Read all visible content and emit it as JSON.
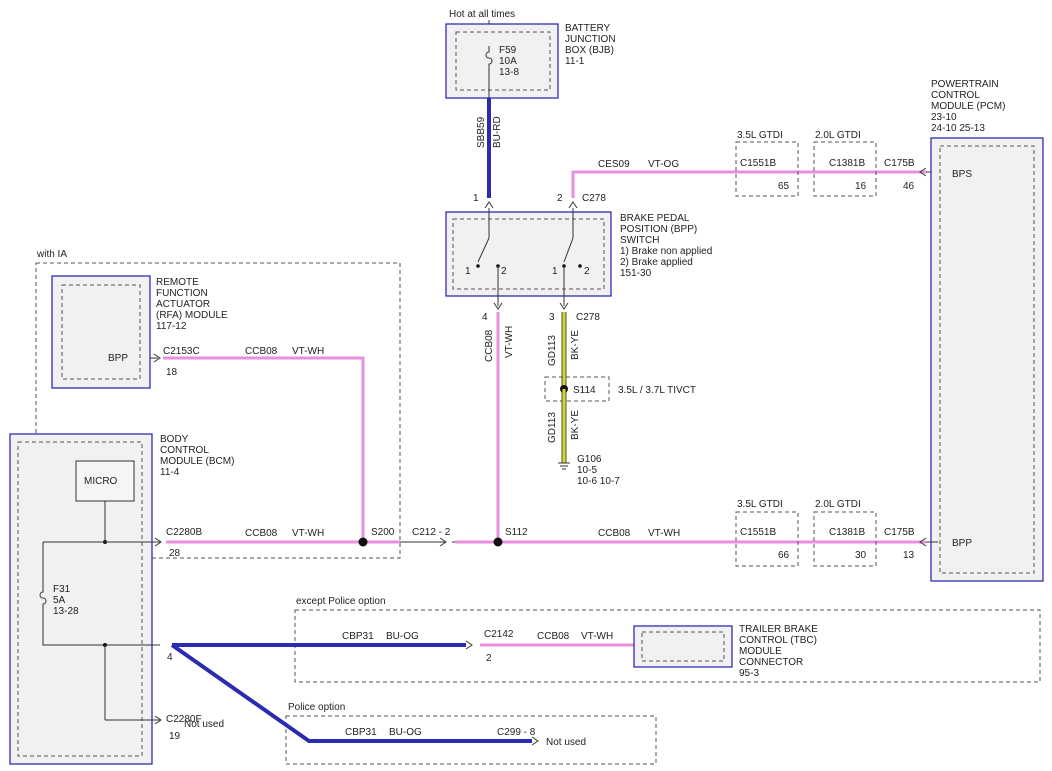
{
  "colors": {
    "VT-WH": "#e890de",
    "VT-OG": "#e890de",
    "BU-OG": "#2b2bb0",
    "BU-RD": "#2b2bb0",
    "BK-YE": "#d8d820",
    "module_border": "#2d2db8"
  },
  "header": {
    "hot_at_all_times": "Hot at all times"
  },
  "bjb": {
    "title": [
      "BATTERY",
      "JUNCTION",
      "BOX (BJB)",
      "11-1"
    ],
    "fuse": [
      "F59",
      "10A",
      "13-8"
    ]
  },
  "pcm": {
    "title": [
      "POWERTRAIN",
      "CONTROL",
      "MODULE (PCM)",
      "23-10",
      "24-10    25-13"
    ],
    "pins": [
      "BPS",
      "BPP"
    ]
  },
  "bpp_switch": {
    "title": [
      "BRAKE PEDAL",
      "POSITION (BPP)",
      "SWITCH",
      "1) Brake non applied",
      "2) Brake applied",
      "151-30"
    ],
    "contacts": [
      "1",
      "2",
      "1",
      "2"
    ]
  },
  "rfa": {
    "group": "with IA",
    "title": [
      "REMOTE",
      "FUNCTION",
      "ACTUATOR",
      "(RFA) MODULE",
      "117-12"
    ],
    "pin": "BPP",
    "connector": "C2153C",
    "pin_no": "18"
  },
  "bcm": {
    "title": [
      "BODY",
      "CONTROL",
      "MODULE (BCM)",
      "11-4"
    ],
    "micro": "MICRO",
    "fuse": [
      "F31",
      "5A",
      "13-28"
    ]
  },
  "tbc": {
    "group": "except Police option",
    "title": [
      "TRAILER BRAKE",
      "CONTROL (TBC)",
      "MODULE",
      "CONNECTOR",
      "95-3"
    ]
  },
  "police": {
    "group": "Police option",
    "connector": "C299 - 8",
    "not_used": "Not used"
  },
  "labels": {
    "gtdi_35": "3.5L GTDI",
    "gtdi_20": "2.0L GTDI",
    "c1551b": "C1551B",
    "c1381b": "C1381B",
    "c175b": "C175B",
    "c278": "C278",
    "c2280b": "C2280B",
    "c2280f": "C2280F",
    "c212": "C212 - 2",
    "c2142": "C2142",
    "s200": "S200",
    "s112": "S112",
    "s114": "S114",
    "s114_note": "3.5L / 3.7L TIVCT",
    "g106": [
      "G106",
      "10-5",
      "10-6     10-7"
    ],
    "not_used": "Not used"
  },
  "pin_numbers": {
    "bjb_1": "1",
    "c278_2": "2",
    "c278_4": "4",
    "c278_3": "3",
    "c1551b_top": "65",
    "c1381b_top": "16",
    "c175b_top": "46",
    "c1551b_bot": "66",
    "c1381b_bot": "30",
    "c175b_bot": "13",
    "c2280b": "28",
    "bcm_4": "4",
    "c2280f": "19",
    "c2142": "2"
  },
  "wires": {
    "sbb59": {
      "circuit": "SBB59",
      "color": "BU-RD"
    },
    "ces09": {
      "circuit": "CES09",
      "color": "VT-OG"
    },
    "ccb08": {
      "circuit": "CCB08",
      "color": "VT-WH"
    },
    "gd113": {
      "circuit": "GD113",
      "color": "BK-YE"
    },
    "cbp31": {
      "circuit": "CBP31",
      "color": "BU-OG"
    }
  }
}
